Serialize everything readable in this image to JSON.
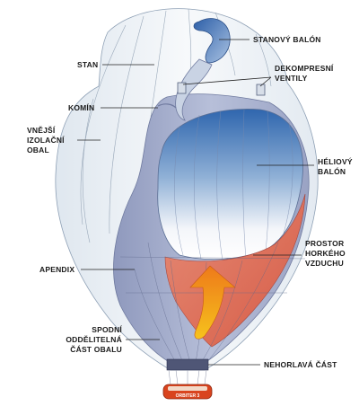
{
  "labels": {
    "stan": "STAN",
    "stanovy_balon": "STANOVÝ BALÓN",
    "dekompresni_1": "DEKOMPRESNÍ",
    "dekompresni_2": "VENTILY",
    "komin": "KOMÍN",
    "vnejsi_1": "VNĚJŠÍ",
    "vnejsi_2": "IZOLAČNÍ",
    "vnejsi_3": "OBAL",
    "heliovy_1": "HÉLIOVÝ",
    "heliovy_2": "BALÓN",
    "prostor_1": "PROSTOR",
    "prostor_2": "HORKÉHO",
    "prostor_3": "VZDUCHU",
    "apendix": "APENDIX",
    "spodni_1": "SPODNÍ",
    "spodni_2": "ODDĚLITELNÁ",
    "spodni_3": "ČÁST OBALU",
    "neho": "NEHORLAVÁ ČÁST",
    "gondola": "ORBITER 3"
  },
  "colors": {
    "outer_envelope": "#eef3f8",
    "lower_envelope": "#a9b2cf",
    "helium_top": "#3c74b8",
    "hot_air": "#e2735f",
    "arrow": "#f3a21b",
    "gondola": "#d9441e"
  }
}
